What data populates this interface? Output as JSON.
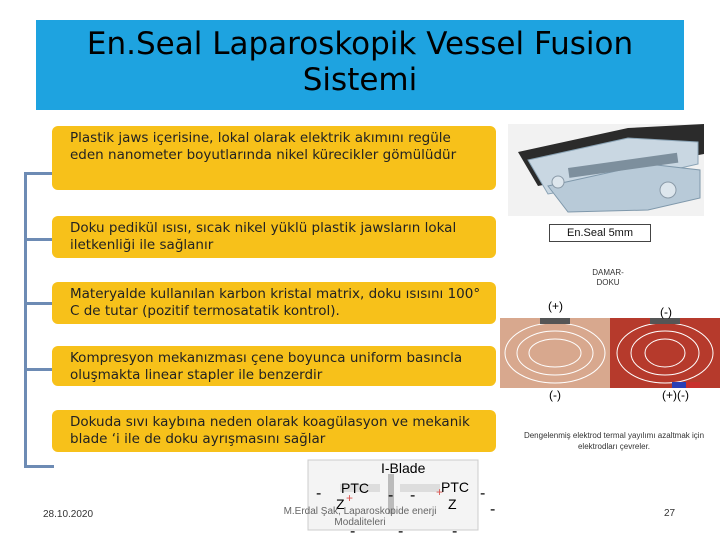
{
  "title": "En.Seal Laparoskopik Vessel Fusion Sistemi",
  "bullets": [
    "Plastik jaws içerisine, lokal olarak elektrik akımını regüle eden nanometer boyutlarında nikel kürecikler gömülüdür",
    "Doku pedikül ısısı, sıcak nikel yüklü plastik jawsların lokal iletkenliği ile sağlanır",
    "Materyalde kullanılan karbon kristal matrix, doku ısısını 100° C de tutar (pozitif termosatatik kontrol).",
    "Kompresyon mekanızması çene boyunca uniform basıncla oluşmakta linear stapler ile benzerdir",
    "Dokuda sıvı kaybına neden olarak koagülasyon ve mekanik blade ‘i ile de doku ayrışmasını sağlar"
  ],
  "figure": {
    "device_label": "En.Seal 5mm",
    "tissue_label": "DAMAR-DOKU",
    "polarity_top_left": "(+)",
    "polarity_top_right": "(-)",
    "polarity_bottom_left": "(-)",
    "polarity_bottom_right": "(+)(-)",
    "caption": "Dengelenmiş elektrod termal yayılımı azaltmak için elektrodları çevreler."
  },
  "blade": {
    "label": "I-Blade",
    "ptc_left": "PTC",
    "ptc_right": "PTC",
    "z_left": "Z",
    "z_right": "Z"
  },
  "footer": {
    "date": "28.10.2020",
    "author": "M.Erdal Şak, Laparoskopide enerji Modaliteleri",
    "page": "27"
  },
  "colors": {
    "title_bg": "#1ea3e0",
    "bullet_bg": "#f7c11a",
    "tree_line": "#6d8bb4"
  }
}
